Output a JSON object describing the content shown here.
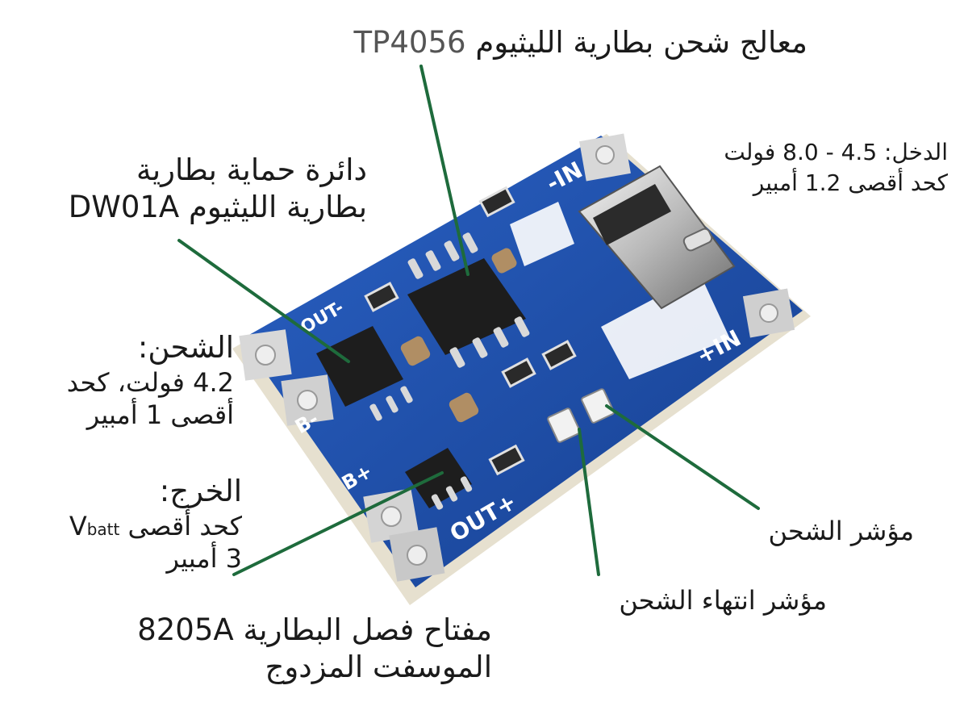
{
  "labels": {
    "processor": {
      "part": "TP4056",
      "text": "معالج شحن بطارية الليثيوم"
    },
    "protection": {
      "line1": "دائرة حماية بطارية",
      "line2": "بطارية الليثيوم",
      "part": "DW01A"
    },
    "input": {
      "line1": "الدخل: 4.5 - 8.0 فولت",
      "line2": "كحد أقصى 1.2 أمبير"
    },
    "charge": {
      "title": "الشحن:",
      "line1": "4.2 فولت، كحد",
      "line2": "أقصى 1 أمبير"
    },
    "output": {
      "title": "الخرج:",
      "line1_text": "كحد أقصى",
      "v": "V",
      "batt": "batt",
      "line2": "3 أمبير"
    },
    "switch": {
      "part": "8205A",
      "line1": "مفتاح فصل البطارية",
      "line2": "الموسفت المزدوج"
    },
    "charge_led": "مؤشر الشحن",
    "done_led": "مؤشر انتهاء الشحن"
  },
  "board": {
    "silk": {
      "in_minus": "-IN",
      "in_plus": "+IN",
      "out_minus": "OUT-",
      "out_plus": "OUT+",
      "b_minus": "B-",
      "b_plus": "B+"
    }
  },
  "colors": {
    "pcb": "#1f4fa8",
    "pcb_dark": "#143a82",
    "pcb_edge": "#e9e4d6",
    "leader": "#1e6b3c",
    "chip": "#1c1c1c",
    "pad": "#c9c9c9"
  }
}
